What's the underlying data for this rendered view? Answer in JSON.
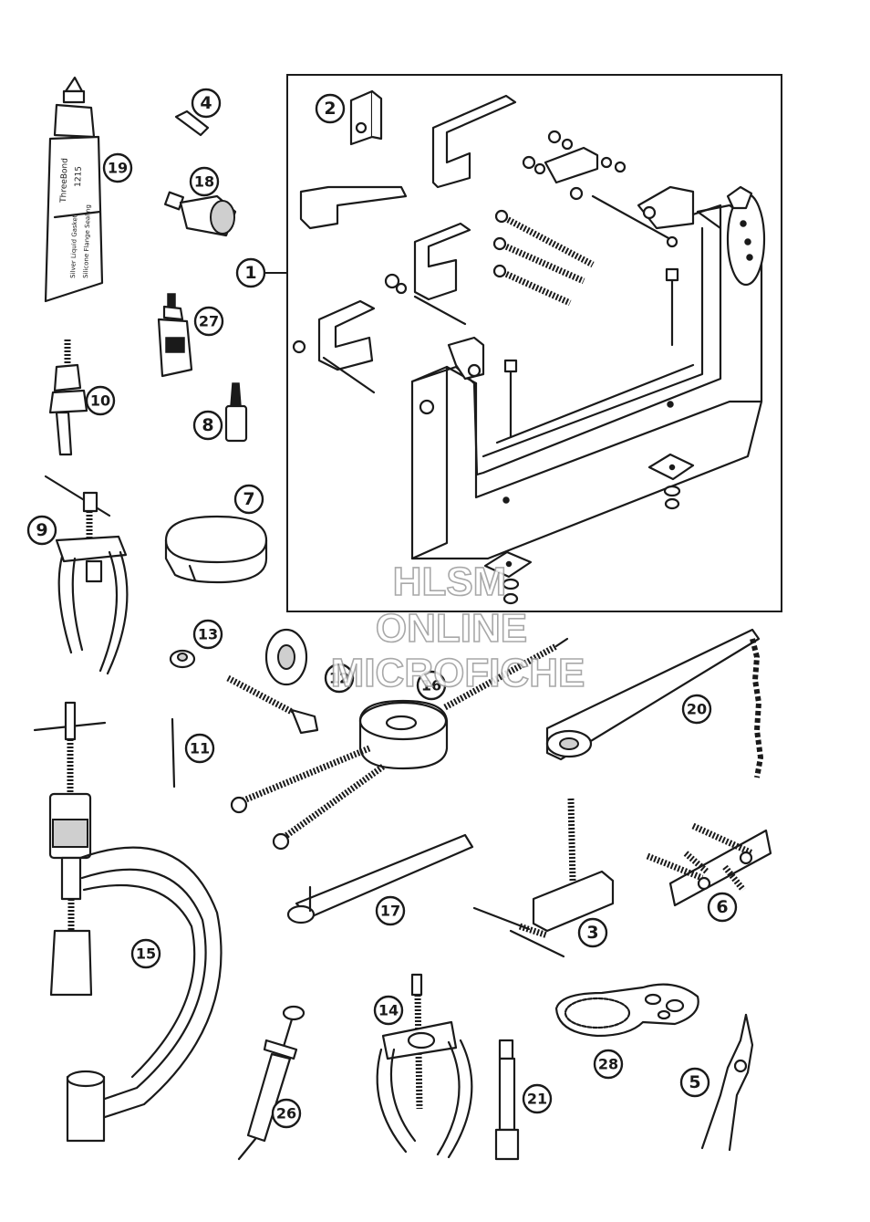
{
  "callouts": [
    {
      "id": "1",
      "label": "1"
    },
    {
      "id": "2",
      "label": "2"
    },
    {
      "id": "3",
      "label": "3"
    },
    {
      "id": "4",
      "label": "4"
    },
    {
      "id": "5",
      "label": "5"
    },
    {
      "id": "6",
      "label": "6"
    },
    {
      "id": "7",
      "label": "7"
    },
    {
      "id": "8",
      "label": "8"
    },
    {
      "id": "9",
      "label": "9"
    },
    {
      "id": "10",
      "label": "10"
    },
    {
      "id": "11",
      "label": "11"
    },
    {
      "id": "12",
      "label": "12"
    },
    {
      "id": "13",
      "label": "13"
    },
    {
      "id": "14",
      "label": "14"
    },
    {
      "id": "15",
      "label": "15"
    },
    {
      "id": "16",
      "label": "16"
    },
    {
      "id": "17",
      "label": "17"
    },
    {
      "id": "18",
      "label": "18"
    },
    {
      "id": "19",
      "label": "19"
    },
    {
      "id": "20",
      "label": "20"
    },
    {
      "id": "21",
      "label": "21"
    },
    {
      "id": "26",
      "label": "26"
    },
    {
      "id": "27",
      "label": "27"
    },
    {
      "id": "28",
      "label": "28"
    }
  ],
  "watermark": {
    "line1": "HLSM",
    "line2": "ONLINE",
    "line3": "MICROFICHE"
  },
  "tube_label": {
    "brand": "ThreeBond",
    "code": "1215",
    "text1": "Silver Liquid Gasket",
    "text2": "Silicone Flange Sealing"
  }
}
